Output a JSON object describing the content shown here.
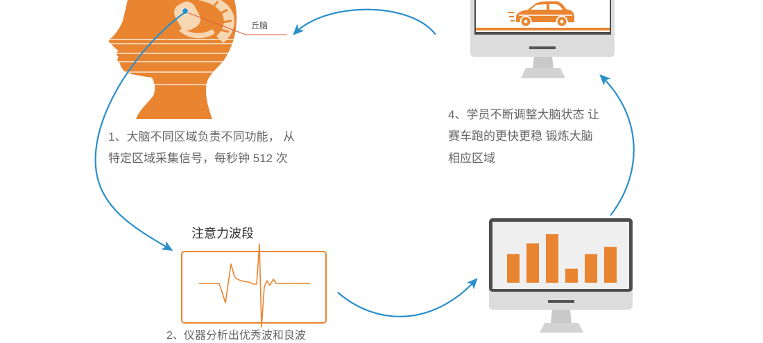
{
  "diagram": {
    "brain_label": "丘脑",
    "step1": {
      "lines": [
        "1、大脑不同区域负责不同功能， 从",
        "特定区域采集信号，每秒钟 512 次"
      ]
    },
    "wave_panel": {
      "title": "注意力波段"
    },
    "step2": {
      "lines": [
        "2、仪器分析出优秀波和良波"
      ]
    },
    "step4": {
      "lines": [
        "4、学员不断调整大脑状态 让",
        "赛车跑的更快更稳 锻炼大脑",
        "相应区域"
      ]
    },
    "analysis_monitor": {
      "bar_levels": [
        0.59,
        0.81,
        1.0,
        0.29,
        0.59,
        0.74
      ]
    }
  },
  "icons": {
    "game_monitor": "race-car-icon",
    "analysis_monitor": "bar-chart-icon",
    "head": "head-silhouette-icon"
  },
  "colors": {
    "accent": "#E98530",
    "arrow": "#2A8FCB",
    "leader": "#E05A3A",
    "highlight": "#F7D6B2",
    "monitor_frame": "#DCDCDC",
    "monitor_bezel": "#4D4D4D",
    "monitor_stand": "#C9C9C9",
    "monitor_base": "#D3D3D3",
    "screen_light": "#EFEFEF"
  }
}
